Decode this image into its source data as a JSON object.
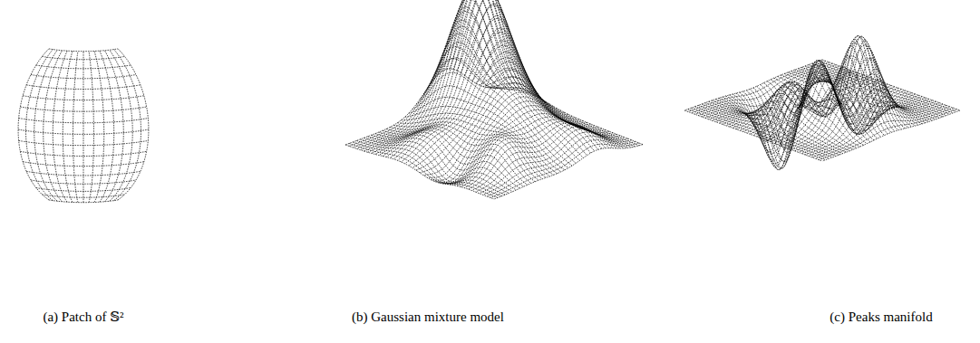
{
  "diagram": {
    "labels": [
      "(a) Patch of 𝕊²",
      "(b) Gaussian mixture model",
      "(c) Peaks manifold"
    ]
  }
}
